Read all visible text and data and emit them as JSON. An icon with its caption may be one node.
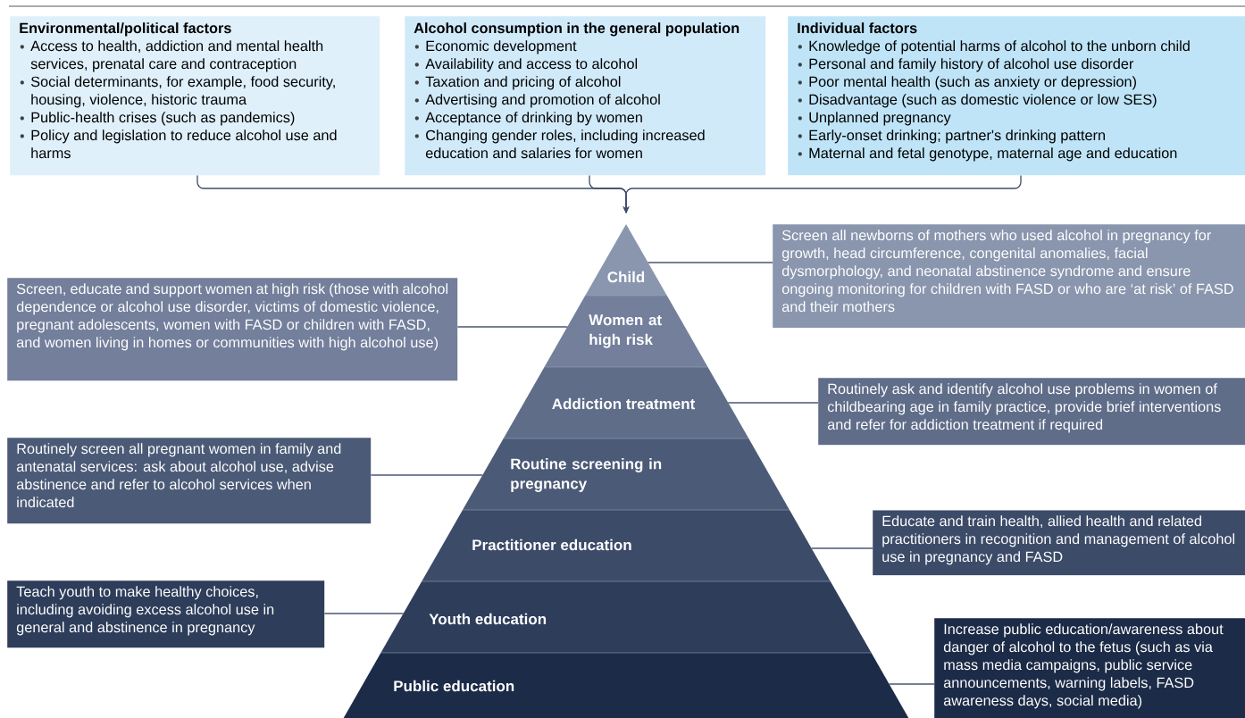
{
  "diagram": {
    "nodes": [
      {
        "text": [
          "Environmental/political factors",
          "Access to health, addiction and mental health services, prenatal care and contraception",
          "Social determinants, for example, food security, housing, violence, historic trauma",
          "Public-health crises (such as pandemics)",
          "Policy and legislation to reduce alcohol use and harms"
        ]
      },
      {
        "text": [
          "Alcohol consumption in the general population",
          "Economic development",
          "Availability and access to alcohol",
          "Taxation and pricing of alcohol",
          "Advertising and promotion of alcohol",
          "Acceptance of drinking by women",
          "Changing gender roles, including increased education and salaries for women"
        ]
      },
      {
        "text": [
          "Individual factors",
          "Knowledge of potential harms of alcohol to the unborn child",
          "Personal and family history of alcohol use disorder",
          "Poor mental health (such as anxiety or depression)",
          "Disadvantage (such as domestic violence or low SES)",
          "Unplanned pregnancy",
          "Early-onset drinking; partner's drinking pattern",
          "Maternal and fetal genotype, maternal age and education"
        ]
      },
      {
        "text": [
          "Child"
        ]
      },
      {
        "text": [
          "Women at high risk"
        ]
      },
      {
        "text": [
          "Addiction treatment"
        ]
      },
      {
        "text": [
          "Routine screening in pregnancy"
        ]
      },
      {
        "text": [
          "Practitioner education"
        ]
      },
      {
        "text": [
          "Youth education"
        ]
      },
      {
        "text": [
          "Public education"
        ]
      },
      {
        "text": [
          "Screen all newborns of mothers who used alcohol in pregnancy for growth, head circumference, congenital anomalies, facial dysmorphology, and neonatal abstinence syndrome and ensure ongoing monitoring for children with FASD or who are ‘at risk’ of FASD and their mothers"
        ]
      },
      {
        "text": [
          "Screen, educate and support women at high risk (those with alcohol dependence or alcohol use disorder, victims of domestic violence, pregnant adolescents, women with FASD or children with FASD, and women living in homes or communities with high alcohol use)"
        ]
      },
      {
        "text": [
          "Routinely ask and identify alcohol use problems in women of childbearing age in family practice, provide brief interventions and refer for addiction treatment if required"
        ]
      },
      {
        "text": [
          "Routinely screen all pregnant women in family and antenatal services: ask about alcohol use, advise abstinence and refer to alcohol services when indicated"
        ]
      },
      {
        "text": [
          "Educate and train health, allied health and related practitioners in recognition and management of alcohol use in pregnancy and FASD"
        ]
      },
      {
        "text": [
          "Teach youth to make healthy choices, including avoiding excess alcohol use in general and abstinence in pregnancy"
        ]
      },
      {
        "text": [
          "Increase public education/awareness about danger of alcohol to the fetus (such as via mass media campaigns, public service announcements, warning labels, FASD awareness days, social media)"
        ]
      }
    ],
    "edges": [
      {
        "from": 0,
        "to": 3,
        "arrow": "to"
      },
      {
        "from": 1,
        "to": 3,
        "arrow": "to"
      },
      {
        "from": 2,
        "to": 3,
        "arrow": "to"
      },
      {
        "from": 10,
        "to": 3,
        "arrow": "none"
      },
      {
        "from": 11,
        "to": 4,
        "arrow": "none"
      },
      {
        "from": 12,
        "to": 5,
        "arrow": "none"
      },
      {
        "from": 13,
        "to": 6,
        "arrow": "none"
      },
      {
        "from": 14,
        "to": 7,
        "arrow": "none"
      },
      {
        "from": 15,
        "to": 8,
        "arrow": "none"
      },
      {
        "from": 16,
        "to": 9,
        "arrow": "none"
      }
    ]
  }
}
